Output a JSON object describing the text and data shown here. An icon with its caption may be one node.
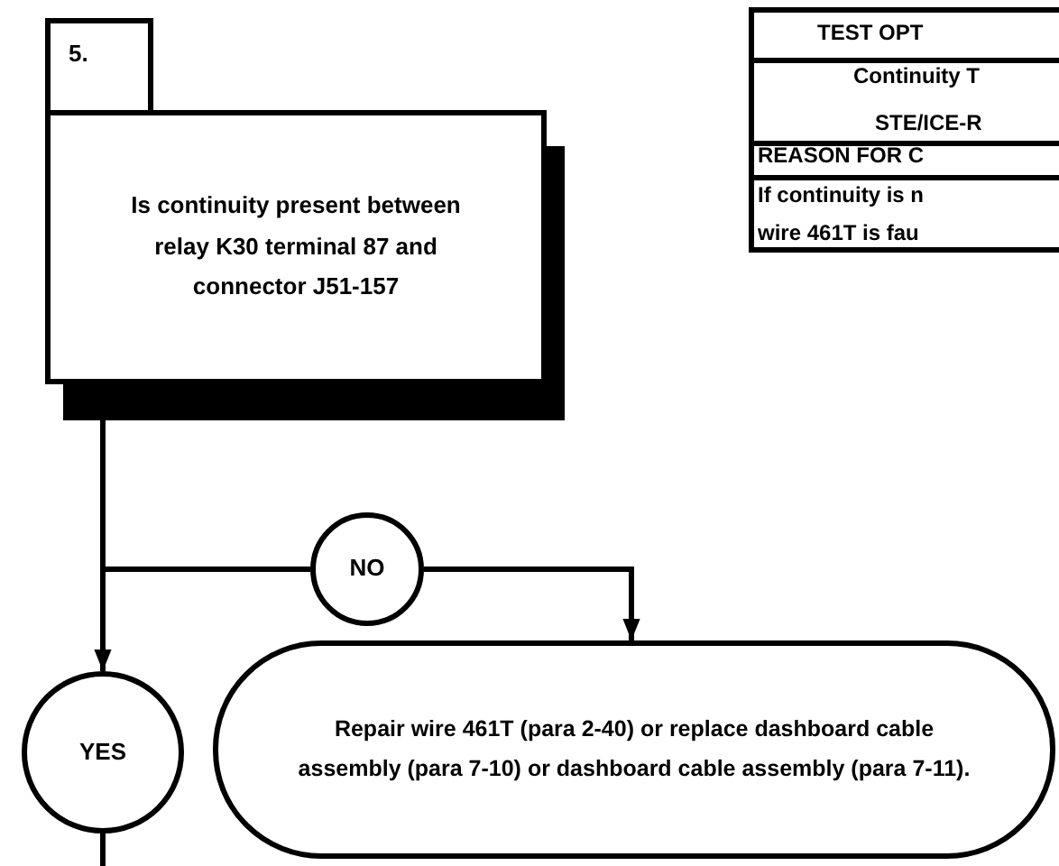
{
  "diagram": {
    "nodes": [
      {
        "text": [
          "5."
        ]
      },
      {
        "text": [
          "Is continuity present between relay K30 terminal 87 and connector J51-157"
        ]
      },
      {
        "text": [
          "NO"
        ]
      },
      {
        "text": [
          "YES"
        ]
      },
      {
        "text": [
          "Repair wire 461T (para 2-40) or replace dashboard cable assembly (para 7-10) or dashboard cable assembly (para 7-11)."
        ]
      }
    ],
    "edges": [
      {
        "from": 1,
        "to": 3,
        "arrow": "to"
      },
      {
        "from": 1,
        "to": 2,
        "arrow": "none"
      },
      {
        "from": 2,
        "to": 4,
        "arrow": "to"
      },
      {
        "from": 3,
        "to": null,
        "arrow": "none"
      }
    ],
    "labels": [
      "TEST OPT",
      "Continuity T",
      "STE/ICE-R",
      "REASON FOR C",
      "If continuity is n",
      "wire 461T is fau"
    ]
  }
}
